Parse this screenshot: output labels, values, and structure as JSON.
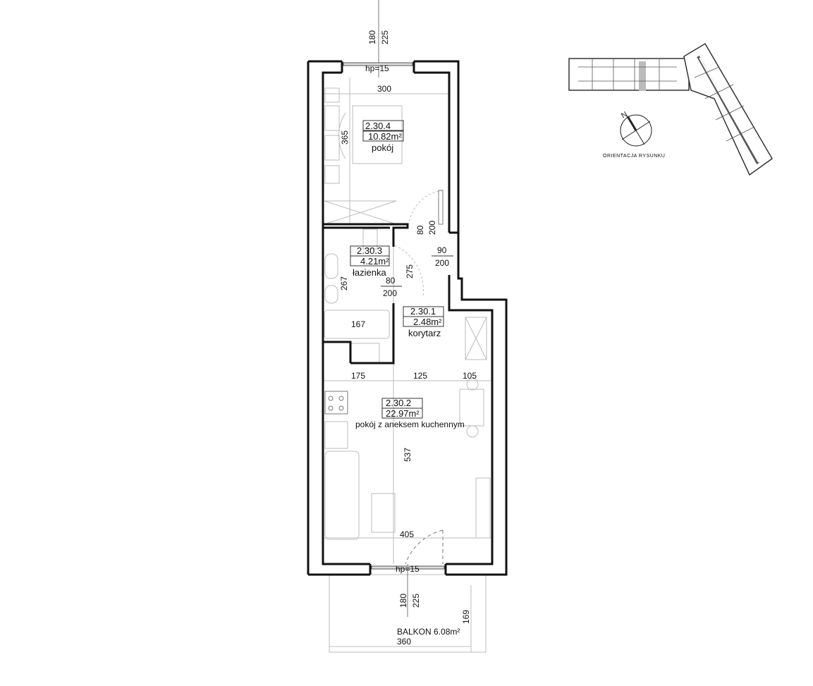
{
  "rooms": [
    {
      "id": "2.30.4",
      "area": "10.82m²",
      "name": "pokój"
    },
    {
      "id": "2.30.3",
      "area": "4.21m²",
      "name": "łazienka"
    },
    {
      "id": "2.30.1",
      "area": "2.48m²",
      "name": "korytarz"
    },
    {
      "id": "2.30.2",
      "area": "22.97m²",
      "name": "pokój z aneksem kuchennym"
    }
  ],
  "balcony": {
    "label": "BALKON 6.08m²",
    "width": "360",
    "depth": "169"
  },
  "windows": {
    "top": {
      "sill": "hp=15",
      "w1": "180",
      "w2": "225"
    },
    "bottom": {
      "sill": "hp=15",
      "w1": "180",
      "w2": "225"
    }
  },
  "dimensions": {
    "bedroom_width": "300",
    "bedroom_depth": "365",
    "bedroom_door_w": "80",
    "bedroom_door_h": "200",
    "entry_door_w": "90",
    "entry_door_h": "200",
    "bath_door_w": "80",
    "bath_door_h": "200",
    "bath_depth": "267",
    "bathtub": "167",
    "corridor_len": "275",
    "living_seg1": "175",
    "living_seg2": "125",
    "living_seg3": "105",
    "living_depth": "537",
    "living_width": "405"
  },
  "keyplan": {
    "caption": "ORIENTACJA RYSUNKU",
    "north": "N"
  }
}
